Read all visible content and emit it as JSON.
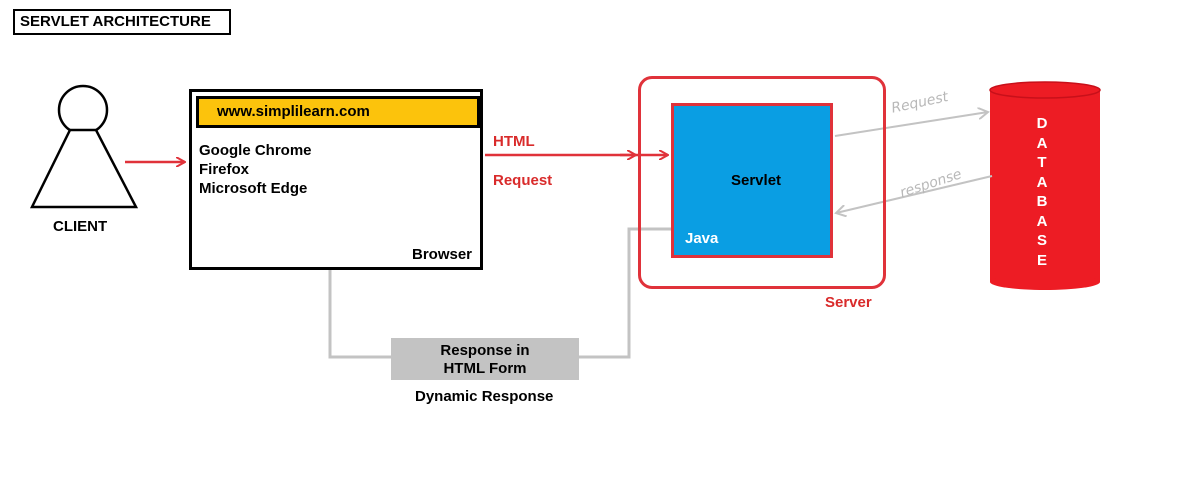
{
  "title": "SERVLET ARCHITECTURE",
  "client": {
    "label": "CLIENT"
  },
  "browser": {
    "url": "www.simplilearn.com",
    "items": [
      "Google Chrome",
      "Firefox",
      "Microsoft Edge"
    ],
    "label": "Browser"
  },
  "connector": {
    "top_label": "HTML",
    "bottom_label": "Request"
  },
  "server": {
    "label": "Server",
    "servlet_label": "Servlet",
    "java_label": "Java"
  },
  "database": {
    "letters": [
      "D",
      "A",
      "T",
      "A",
      "B",
      "A",
      "S",
      "E"
    ]
  },
  "db_arrows": {
    "request_label": "Request",
    "response_label": "response"
  },
  "response": {
    "line1": "Response in",
    "line2": "HTML Form",
    "caption": "Dynamic Response"
  },
  "colors": {
    "red": "#e0323a",
    "yellow": "#fcc30c",
    "blue": "#0a9ee3",
    "gray": "#c3c3c3",
    "db_red": "#ed1c24"
  }
}
